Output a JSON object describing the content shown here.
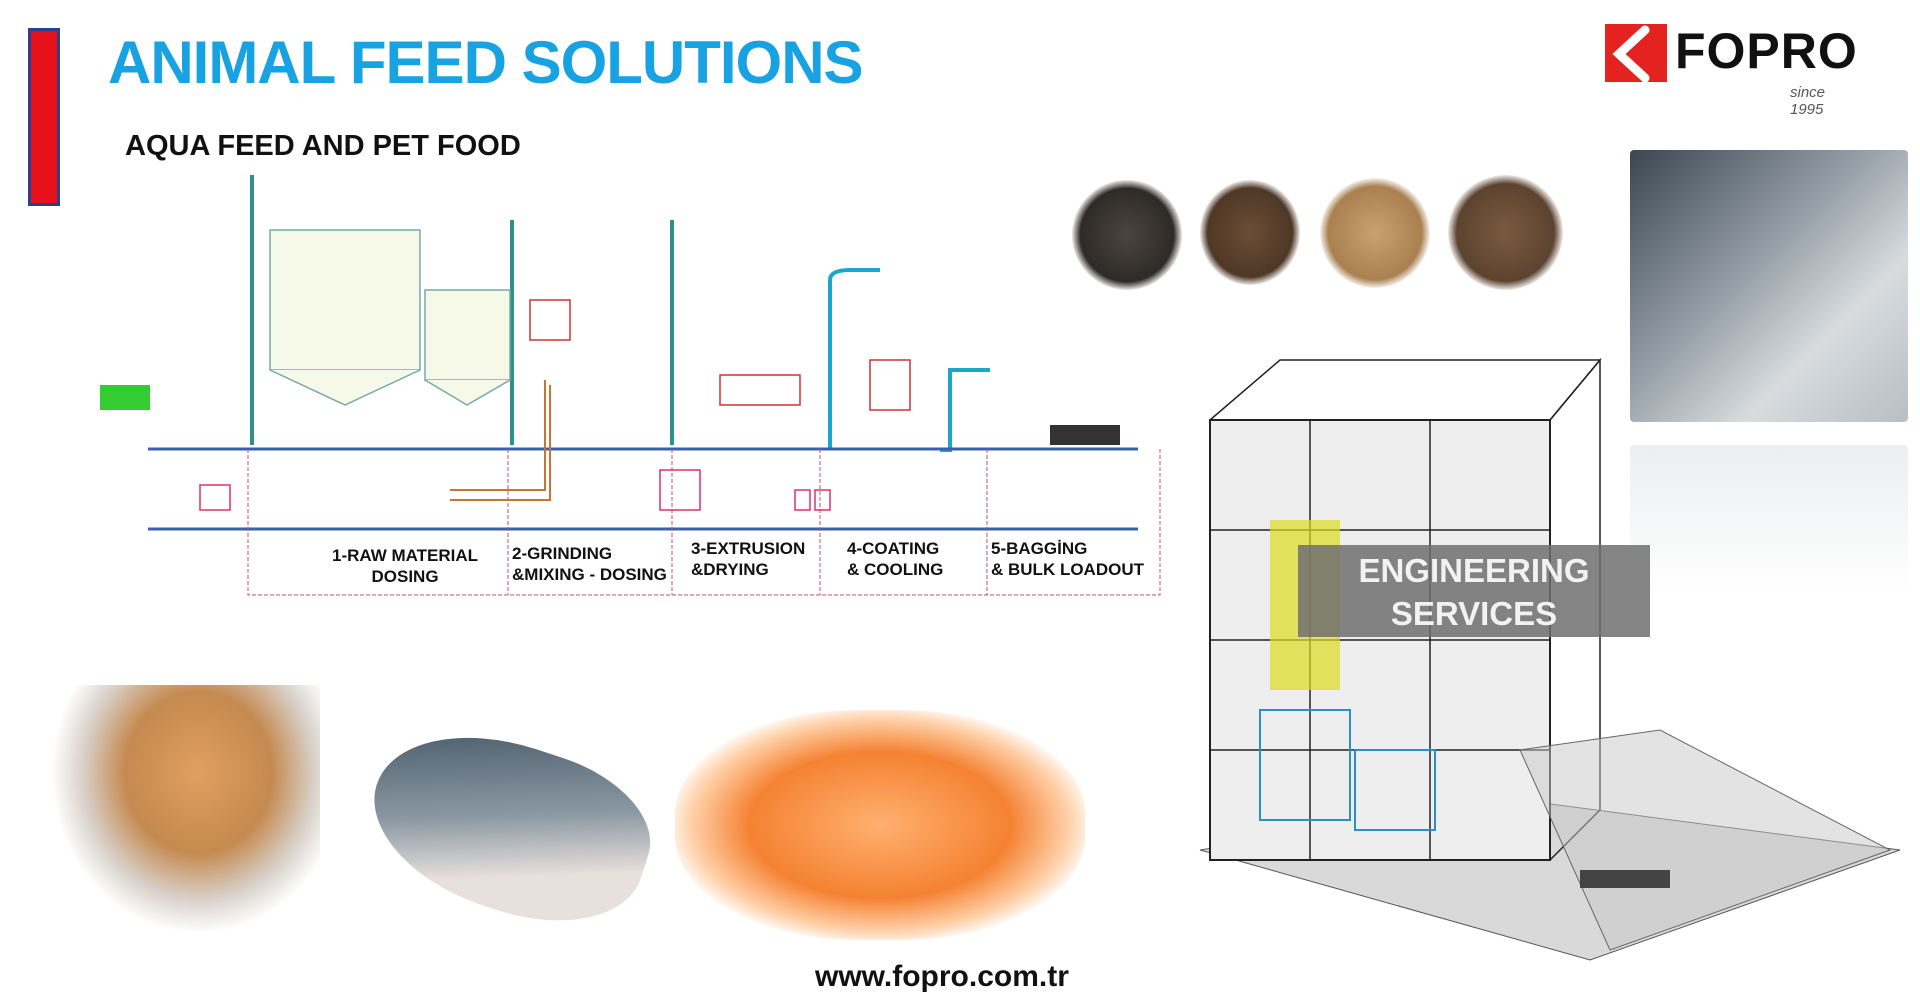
{
  "header": {
    "title": "ANIMAL FEED SOLUTIONS",
    "subtitle": "AQUA FEED AND PET FOOD"
  },
  "logo": {
    "name": "FOPRO",
    "tagline": "since 1995"
  },
  "process_stages": [
    {
      "line1": "1-RAW MATERIAL",
      "line2": "DOSING"
    },
    {
      "line1": "2-GRINDING",
      "line2": "&MIXING - DOSING"
    },
    {
      "line1": "3-EXTRUSION",
      "line2": "&DRYING"
    },
    {
      "line1": "4-COATING",
      "line2": "& COOLING"
    },
    {
      "line1": "5-BAGGİNG",
      "line2": "& BULK LOADOUT"
    }
  ],
  "engineering": {
    "line1": "ENGINEERING",
    "line2": "SERVICES"
  },
  "footer": {
    "url": "www.fopro.com.tr"
  },
  "colors": {
    "accent": "#19a2e2",
    "brand_red": "#e42220",
    "line_blue": "#3a5fb0"
  }
}
